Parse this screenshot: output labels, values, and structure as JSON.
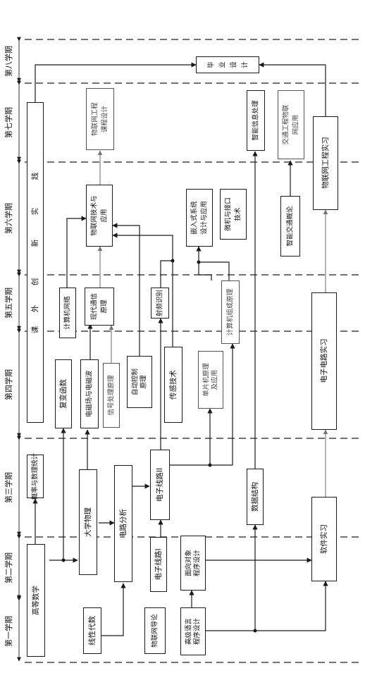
{
  "semesters": [
    "第一学期",
    "第二学期",
    "第三学期",
    "第四学期",
    "第五学期",
    "第六学期",
    "第七学期",
    "第八学期"
  ],
  "extracurricular": {
    "chars": [
      "课",
      "外",
      "创",
      "新",
      "实",
      "践"
    ]
  },
  "courses": {
    "gaodeng_shuxue": "高等数学",
    "xianxing_daishu": "线性代数",
    "iot_daolun": "物联网导论",
    "gaoji_yuyan": [
      "高级语言",
      "程序设计"
    ],
    "mianxiang_duixiang": [
      "面向对象",
      "程序设计"
    ],
    "dianzi_xianlu_1": "电子线路I",
    "dianlu_fenxi": "电路分析",
    "daxue_wuli": "大学物理",
    "gailv": "概率与数理统计",
    "dianzi_xianlu_2": "电子线路II",
    "shuju_jiegou": "数据结构",
    "ruanjian_shixi": "软件实习",
    "fubian_hanshu": "复变函数",
    "dianci_chang": "电磁场与电磁波",
    "xinhao_chuli": "信号处理原理",
    "zidong_kongzhi": [
      "自动控制",
      "原理"
    ],
    "chuangan_jishu": "传感技术",
    "danpianji": [
      "单片机原理",
      "及应用"
    ],
    "dianzi_dianlu_shixi": "电子电路实习",
    "jisuanji_wangluo": "计算机网络",
    "xiandai_tongxin": [
      "现代通信",
      "原理"
    ],
    "shepin_shibie": "射频识别",
    "jisuanji_zucheng": "计算机组成原理",
    "iot_jishu": [
      "物联网技术与",
      "应用"
    ],
    "qianrushi": [
      "嵌入式系统",
      "设计与应用"
    ],
    "weiji_jiekou": [
      "微机与接口",
      "技术"
    ],
    "zhineng_jiaotong": "智能交通概论",
    "iot_gongcheng_sheji": [
      "物联网工程",
      "课程设计"
    ],
    "zhineng_xinxi": "智能信息处理",
    "jiaotong_gongcheng": [
      "交通工程物联",
      "网应用"
    ],
    "iot_gongcheng_shixi": "物联网工程实习",
    "biye_sheji": [
      "毕",
      "业",
      "设",
      "计"
    ]
  },
  "colors": {
    "line": "#1a1a1a",
    "gray": "#777777",
    "dash": "#222222"
  }
}
